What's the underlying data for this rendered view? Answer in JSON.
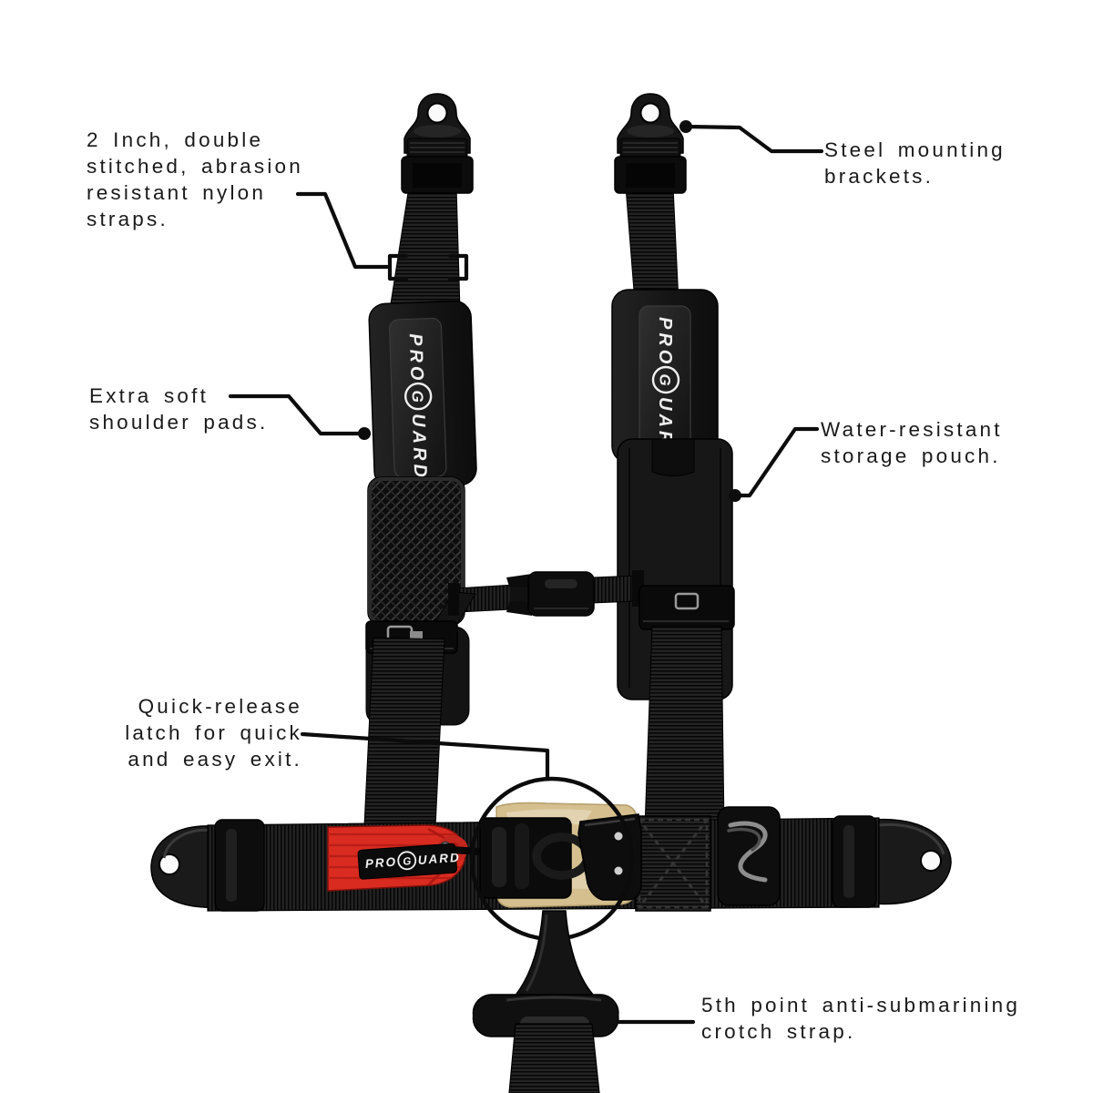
{
  "brand": {
    "pro": "PRO",
    "g": "G",
    "uard": "UARD"
  },
  "colors": {
    "background": "#ffffff",
    "callout_line": "#0c0c0c",
    "callout_text": "#1a1a1a",
    "harness_black": "#141414",
    "webbing_dark": "#0a0a0a",
    "red_strap": "#da2b20",
    "red_strap_deep": "#a31a12",
    "latch_film_tan": "#d5bf8e",
    "logo_white": "#efefef",
    "metal_silver": "#9a9a9a"
  },
  "callouts": {
    "nylon_straps": {
      "lines": [
        "2 Inch, double",
        "stitched, abrasion",
        "resistant nylon",
        "straps."
      ]
    },
    "steel_brackets": {
      "lines": [
        "Steel mounting",
        "brackets."
      ]
    },
    "shoulder_pads": {
      "lines": [
        "Extra soft",
        "shoulder pads."
      ]
    },
    "storage_pouch": {
      "lines": [
        "Water-resistant",
        "storage pouch."
      ]
    },
    "quick_release": {
      "lines": [
        "Quick-release",
        "latch for quick",
        "and easy exit."
      ]
    },
    "crotch_strap": {
      "lines": [
        "5th point anti-submarining",
        "crotch strap."
      ]
    }
  }
}
